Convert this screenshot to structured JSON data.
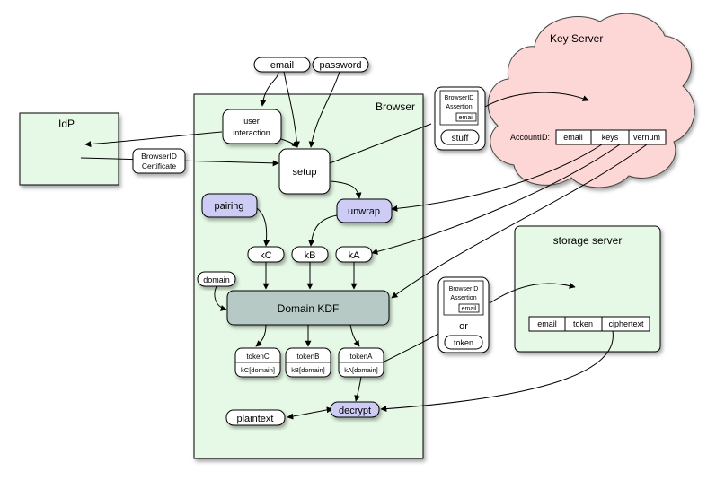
{
  "cloud": {
    "title": "Key Server",
    "account_label": "AccountID:",
    "fields": [
      "email",
      "keys",
      "vernum"
    ]
  },
  "browser": {
    "title": "Browser"
  },
  "idp": {
    "title": "IdP"
  },
  "storage": {
    "title": "storage server",
    "fields": [
      "email",
      "token",
      "ciphertext"
    ]
  },
  "inputs": {
    "email": "email",
    "password": "password"
  },
  "user_interaction": {
    "line1": "user",
    "line2": "interaction"
  },
  "setup": "setup",
  "certificate": {
    "line1": "BrowserID",
    "line2": "Certificate"
  },
  "assertion1": {
    "line1": "BrowserID",
    "line2": "Assertion",
    "email": "email",
    "stuff": "stuff"
  },
  "assertion2": {
    "line1": "BrowserID",
    "line2": "Assertion",
    "email": "email",
    "or": "or",
    "token": "token"
  },
  "pairing": "pairing",
  "unwrap": "unwrap",
  "keys": {
    "kC": "kC",
    "kB": "kB",
    "kA": "kA"
  },
  "domain": "domain",
  "kdf": "Domain KDF",
  "tokens": [
    {
      "name": "tokenC",
      "key": "kC[domain]"
    },
    {
      "name": "tokenB",
      "key": "kB[domain]"
    },
    {
      "name": "tokenA",
      "key": "kA[domain]"
    }
  ],
  "plaintext": "plaintext",
  "decrypt": "decrypt",
  "colors": {
    "box_green": "#e6f9e6",
    "cloud_pink": "#fdd6d6",
    "lavender": "#ccccf5",
    "kdf_gray": "#b6c9c5"
  }
}
